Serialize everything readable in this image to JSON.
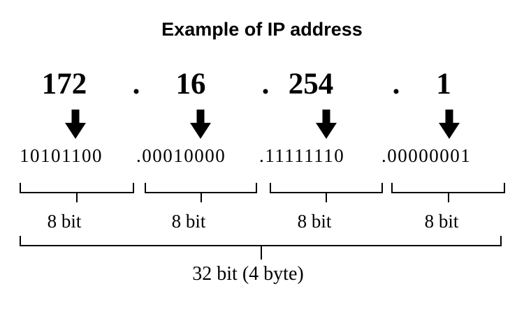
{
  "title": "Example of IP address",
  "ip": {
    "separator": ".",
    "octets": [
      "172",
      "16",
      "254",
      "1"
    ]
  },
  "binary_groups": [
    "10101100",
    ".00010000",
    ".11111110",
    ".00000001"
  ],
  "bit_labels": [
    "8 bit",
    "8 bit",
    "8 bit",
    "8 bit"
  ],
  "total_label": "32 bit (4 byte)",
  "icons": {
    "down_arrow": "⬇"
  },
  "colors": {
    "ink": "#000000",
    "background": "#ffffff"
  }
}
